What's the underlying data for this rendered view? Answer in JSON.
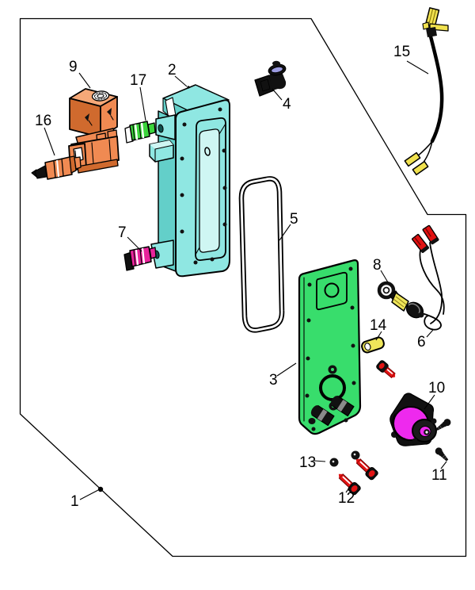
{
  "callouts": [
    {
      "label": "1"
    },
    {
      "label": "2"
    },
    {
      "label": "3"
    },
    {
      "label": "4"
    },
    {
      "label": "5"
    },
    {
      "label": "6"
    },
    {
      "label": "7"
    },
    {
      "label": "8"
    },
    {
      "label": "9"
    },
    {
      "label": "10"
    },
    {
      "label": "11"
    },
    {
      "label": "12"
    },
    {
      "label": "13"
    },
    {
      "label": "14"
    },
    {
      "label": "15"
    },
    {
      "label": "16"
    },
    {
      "label": "17"
    }
  ],
  "colors": {
    "background": "#ffffff",
    "line": "#000000",
    "housing_cyan": "#8FE7E2",
    "housing_cyan_dark": "#63CFC9",
    "housing_cyan_light": "#CFF6F3",
    "plate_green": "#38DD6C",
    "coil_orange": "#F08A52",
    "coil_orange_dark": "#D06A2E",
    "coil_orange_light": "#F5A878",
    "fitting_green": "#3CD53C",
    "fitting_magenta": "#E8239B",
    "solenoid_magenta": "#EE29EE",
    "screw_red": "#E31414",
    "part_yellow": "#EFE65A",
    "connector_yellow": "#F0E14E",
    "connector_red": "#E01212",
    "fitting_lavender": "#9B9BE0"
  }
}
